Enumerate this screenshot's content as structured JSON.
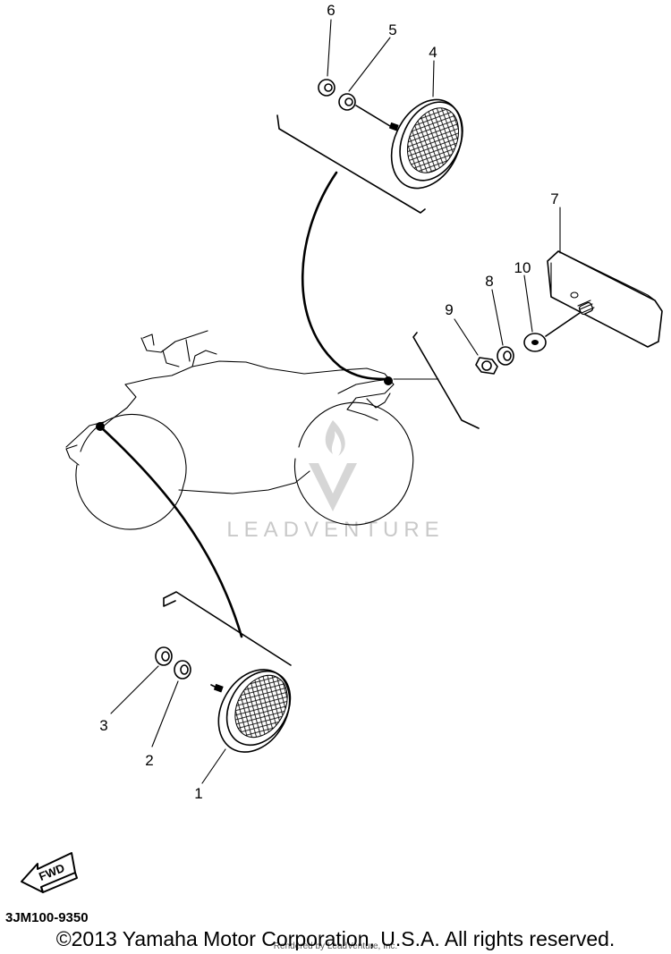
{
  "callouts": {
    "c1": "1",
    "c2": "2",
    "c3": "3",
    "c4": "4",
    "c5": "5",
    "c6": "6",
    "c7": "7",
    "c8": "8",
    "c9": "9",
    "c10": "10"
  },
  "watermark": "LEADVENTURE",
  "fwd_label": "FWD",
  "diagram_code": "3JM100-9350",
  "copyright": "©2013 Yamaha Motor Corporation, U.S.A. All rights reserved.",
  "rendered_by": "Rendered by LeadVenture, Inc."
}
